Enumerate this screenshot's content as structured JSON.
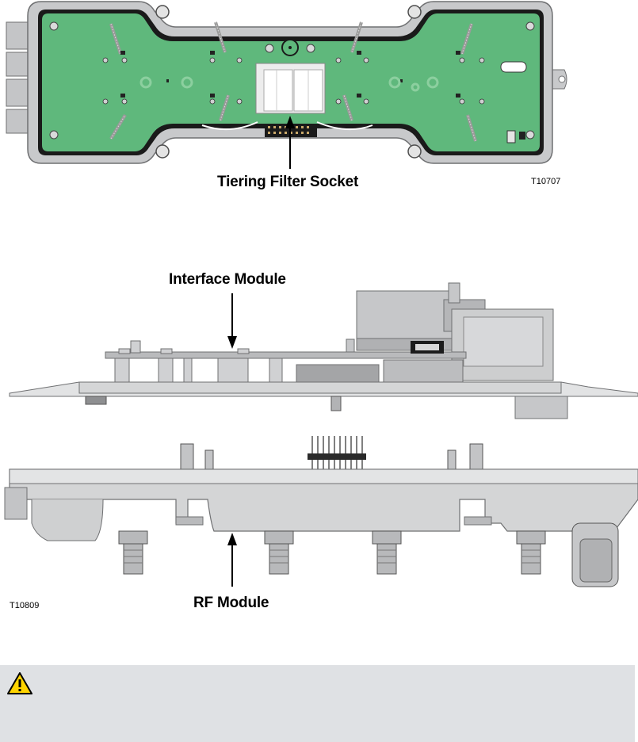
{
  "figure_top": {
    "callout": "Tiering Filter Socket",
    "figure_id": "T10707"
  },
  "figure_bottom": {
    "callout_interface": "Interface Module",
    "callout_rf": "RF Module",
    "figure_id": "T10809"
  },
  "caution_panel": {
    "icon": "warning-triangle-icon",
    "color": "#dfe1e4"
  },
  "colors": {
    "board_green": "#5fb87c",
    "housing_gray": "#c8c9cb",
    "gasket": "#1a1a1a"
  }
}
